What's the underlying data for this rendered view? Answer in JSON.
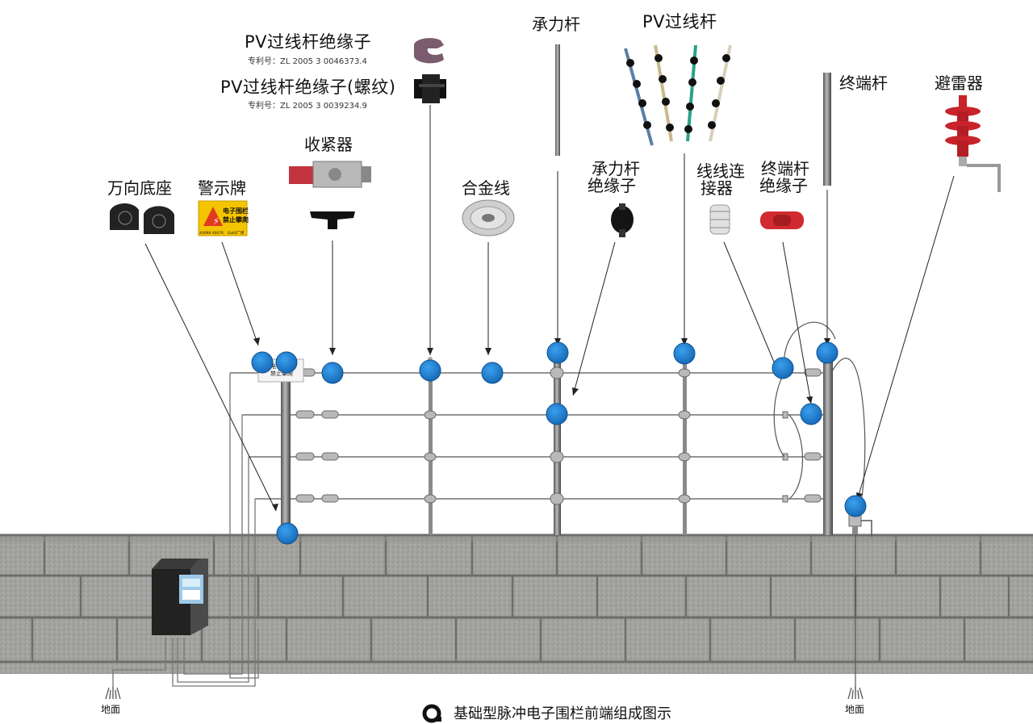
{
  "labels": {
    "pv_insulator": "PV过线杆绝缘子",
    "patent1": "专利号：ZL 2005 3 0046373.4",
    "pv_insulator_thread": "PV过线杆绝缘子(螺纹)",
    "patent2": "专利号：ZL 2005 3 0039234.9",
    "bearing_pole": "承力杆",
    "pv_pole": "PV过线杆",
    "terminal_pole": "终端杆",
    "lightning_arrester": "避雷器",
    "tensioner": "收紧器",
    "universal_base": "万向底座",
    "warning_sign": "警示牌",
    "alloy_wire": "合金线",
    "bearing_insulator_l1": "承力杆",
    "bearing_insulator_l2": "绝缘子",
    "wire_connector_l1": "线线连",
    "wire_connector_l2": "接器",
    "terminal_insulator_l1": "终端杆",
    "terminal_insulator_l2": "绝缘子",
    "ground_left": "地面",
    "ground_right": "地面",
    "caption": "基础型脉冲电子围栏前端组成图示"
  },
  "sign": {
    "line1": "电子围栏",
    "line2": "禁止攀爬",
    "footer_left": "40098 40076",
    "footer_right": "GatO广博"
  },
  "colors": {
    "marker_blue": "#1a7fd0",
    "arrester_red": "#c8232a",
    "wall_gray": "#9a9a98",
    "warning_yellow": "#f5c400"
  }
}
